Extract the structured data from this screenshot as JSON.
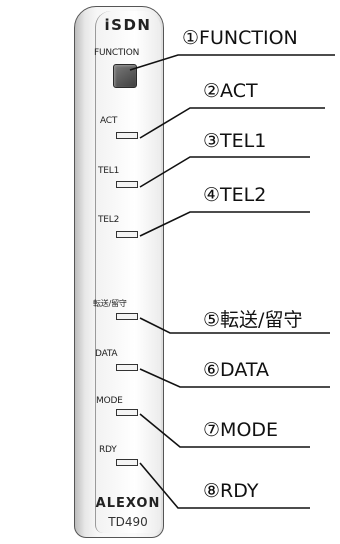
{
  "device": {
    "logo": "iSDN",
    "function_label": "FUNCTION",
    "brand": "ALEXON",
    "model": "TD490"
  },
  "indicators": [
    {
      "device_label": "ACT"
    },
    {
      "device_label": "TEL1"
    },
    {
      "device_label": "TEL2"
    },
    {
      "device_label": "転送/留守"
    },
    {
      "device_label": "DATA"
    },
    {
      "device_label": "MODE"
    },
    {
      "device_label": "RDY"
    }
  ],
  "callouts": [
    {
      "number": "①",
      "text": "FUNCTION"
    },
    {
      "number": "②",
      "text": "ACT"
    },
    {
      "number": "③",
      "text": "TEL1"
    },
    {
      "number": "④",
      "text": "TEL2"
    },
    {
      "number": "⑤",
      "text": "転送/留守"
    },
    {
      "number": "⑥",
      "text": "DATA"
    },
    {
      "number": "⑦",
      "text": "MODE"
    },
    {
      "number": "⑧",
      "text": "RDY"
    }
  ]
}
